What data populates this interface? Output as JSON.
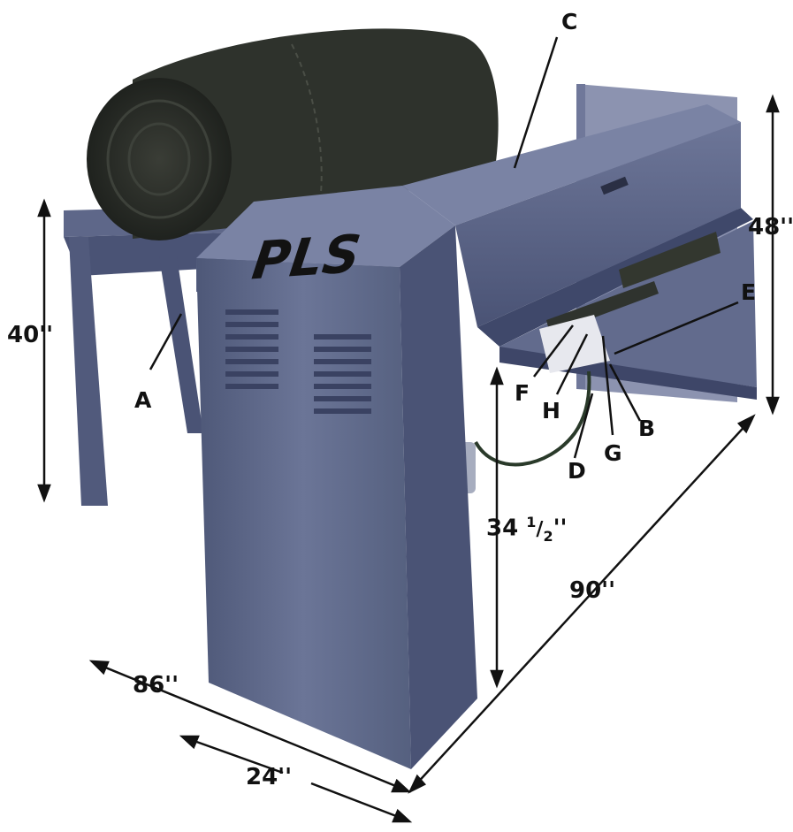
{
  "brand": {
    "logo_text": "PLS"
  },
  "callouts": {
    "a": "A",
    "b": "B",
    "c": "C",
    "d": "D",
    "e": "E",
    "f": "F",
    "g": "G",
    "h": "H"
  },
  "dimensions": {
    "left_height": "40''",
    "right_height": "48''",
    "front_height_whole": "34",
    "front_height_num": "1",
    "front_height_den": "2",
    "front_height_unit": "''",
    "length": "90''",
    "total_depth": "86''",
    "cabinet_depth": "24''"
  },
  "colors": {
    "steel": "#5a6488",
    "steel_dark": "#3d4668",
    "steel_light": "#7f88aa",
    "roll": "#2b2f2a"
  }
}
